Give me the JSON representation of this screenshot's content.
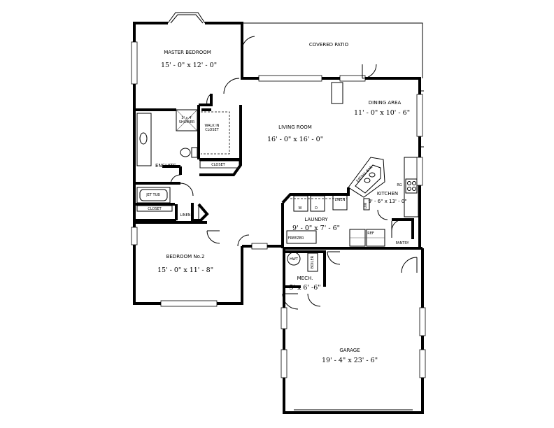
{
  "rooms": {
    "master_bedroom": {
      "name": "MASTER BEDROOM",
      "size": "15' - 0\" x 12' - 0\""
    },
    "covered_patio": {
      "name": "COVERED PATIO"
    },
    "dining_area": {
      "name": "DINING AREA",
      "size": "11' - 0\" x 10' - 6\""
    },
    "living_room": {
      "name": "LIVING ROOM",
      "size": "16' - 0\" x 16' - 0\""
    },
    "kitchen": {
      "name": "KITCHEN",
      "size": "9' - 6\" x 13' - 0\""
    },
    "laundry": {
      "name": "LAUNDRY",
      "size": "9' - 0\" x 7' - 6\""
    },
    "ensuite": {
      "name": "ENSUITE"
    },
    "bedroom2": {
      "name": "BEDROOM No.2",
      "size": "15' - 0\" x 11' - 8\""
    },
    "mech": {
      "name": "MECH.",
      "size": "5' x 6' -6\""
    },
    "garage": {
      "name": "GARAGE",
      "size": "19' - 4\" x 23' - 6\""
    }
  },
  "fixtures": {
    "shower": "3' x 4' SHOWER",
    "shower_line1": "3' x 4'",
    "shower_line2": "SHOWER",
    "walk_in_closet_line1": "WALK IN",
    "walk_in_closet_line2": "CLOSET",
    "closet_master": "CLOSET",
    "closet_ensuite": "CLOSET",
    "linen_bath": "LINEN",
    "linen_laundry": "LINEN",
    "jet_tub": "JET TUB",
    "eating_bar": "EATING BAR",
    "dw": "DW",
    "rg": "RG",
    "ref": "REF",
    "pantry": "PANTRY",
    "freezer": "FREEZER",
    "washer": "W",
    "dryer": "D",
    "hwt": "HWT",
    "boiler": "BOILER"
  }
}
